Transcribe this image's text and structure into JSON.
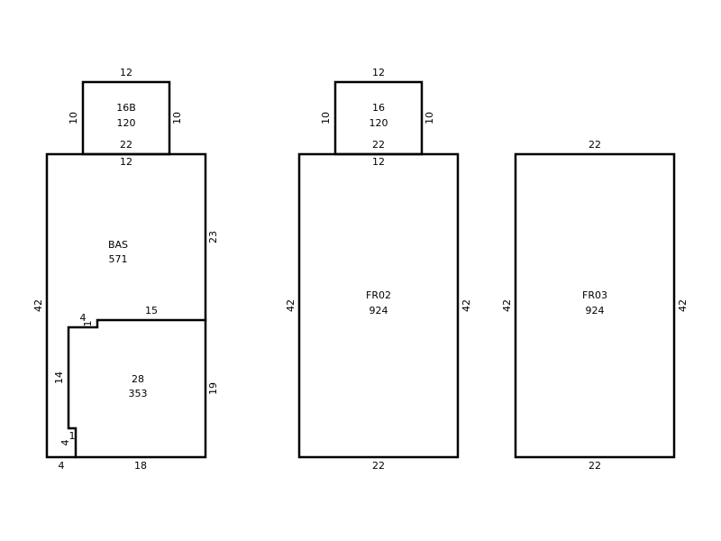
{
  "sketch": {
    "unit1": {
      "addition": {
        "name": "16B",
        "area": "120",
        "top": "12",
        "left": "10",
        "right": "10",
        "bottom": "22"
      },
      "main": {
        "name": "BAS",
        "area": "571",
        "top": "12",
        "right_upper": "23",
        "left": "42"
      },
      "subarea": {
        "name": "28",
        "area": "353",
        "step_width": "4",
        "step_height": "1",
        "top": "15",
        "left": "14",
        "right": "19",
        "notch_height": "1",
        "notch_lower": "4",
        "bottom_left": "4",
        "bottom": "18"
      }
    },
    "unit2": {
      "addition": {
        "name": "16",
        "area": "120",
        "top": "12",
        "left": "10",
        "right": "10",
        "bottom": "22"
      },
      "main": {
        "name": "FR02",
        "area": "924",
        "top": "12",
        "left": "42",
        "right": "42",
        "bottom": "22"
      }
    },
    "unit3": {
      "main": {
        "name": "FR03",
        "area": "924",
        "top": "22",
        "left": "42",
        "right": "42",
        "bottom": "22"
      }
    }
  }
}
